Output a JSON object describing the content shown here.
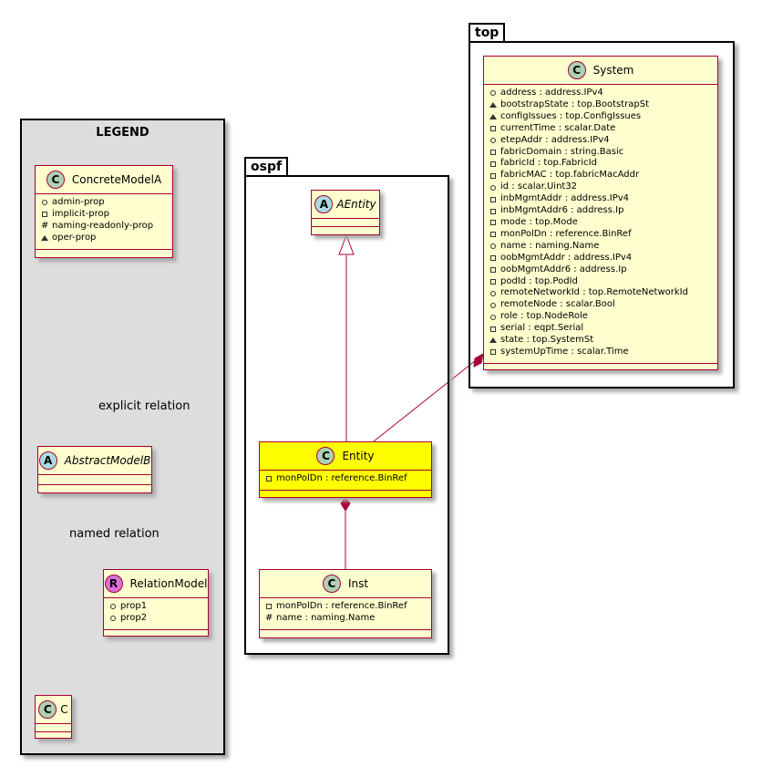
{
  "legend": {
    "title": "LEGEND",
    "concrete": {
      "name": "ConcreteModelA",
      "badge": "C",
      "attrs": [
        {
          "vis": "+",
          "text": "admin-prop"
        },
        {
          "vis": "-",
          "text": "implicit-prop"
        },
        {
          "vis": "#",
          "text": "naming-readonly-prop"
        },
        {
          "vis": "~",
          "text": "oper-prop"
        }
      ]
    },
    "abstract": {
      "name": "AbstractModelB",
      "badge": "A"
    },
    "relation": {
      "name": "RelationModel",
      "badge": "R",
      "attrs": [
        {
          "vis": "+",
          "text": "prop1"
        },
        {
          "vis": "+",
          "text": "prop2"
        }
      ]
    },
    "c": {
      "name": "C",
      "badge": "C"
    },
    "explicit_label": "explicit relation",
    "named_label": "named relation"
  },
  "ospf": {
    "package": "ospf",
    "aentity": {
      "name": "AEntity",
      "badge": "A"
    },
    "entity": {
      "name": "Entity",
      "badge": "C",
      "attrs": [
        {
          "vis": "-",
          "text": "monPolDn : reference.BinRef"
        }
      ]
    },
    "inst": {
      "name": "Inst",
      "badge": "C",
      "attrs": [
        {
          "vis": "-",
          "text": "monPolDn : reference.BinRef"
        },
        {
          "vis": "#",
          "text": "name : naming.Name"
        }
      ]
    }
  },
  "top": {
    "package": "top",
    "system": {
      "name": "System",
      "badge": "C",
      "attrs": [
        {
          "vis": "+",
          "text": "address : address.IPv4"
        },
        {
          "vis": "~",
          "text": "bootstrapState : top.BootstrapSt"
        },
        {
          "vis": "~",
          "text": "configIssues : top.ConfigIssues"
        },
        {
          "vis": "-",
          "text": "currentTime : scalar.Date"
        },
        {
          "vis": "+",
          "text": "etepAddr : address.IPv4"
        },
        {
          "vis": "-",
          "text": "fabricDomain : string.Basic"
        },
        {
          "vis": "-",
          "text": "fabricId : top.FabricId"
        },
        {
          "vis": "-",
          "text": "fabricMAC : top.fabricMacAddr"
        },
        {
          "vis": "+",
          "text": "id : scalar.Uint32"
        },
        {
          "vis": "-",
          "text": "inbMgmtAddr : address.IPv4"
        },
        {
          "vis": "-",
          "text": "inbMgmtAddr6 : address.Ip"
        },
        {
          "vis": "-",
          "text": "mode : top.Mode"
        },
        {
          "vis": "-",
          "text": "monPolDn : reference.BinRef"
        },
        {
          "vis": "+",
          "text": "name : naming.Name"
        },
        {
          "vis": "-",
          "text": "oobMgmtAddr : address.IPv4"
        },
        {
          "vis": "-",
          "text": "oobMgmtAddr6 : address.Ip"
        },
        {
          "vis": "-",
          "text": "podId : top.PodId"
        },
        {
          "vis": "+",
          "text": "remoteNetworkId : top.RemoteNetworkId"
        },
        {
          "vis": "+",
          "text": "remoteNode : scalar.Bool"
        },
        {
          "vis": "+",
          "text": "role : top.NodeRole"
        },
        {
          "vis": "-",
          "text": "serial : eqpt.Serial"
        },
        {
          "vis": "~",
          "text": "state : top.SystemSt"
        },
        {
          "vis": "-",
          "text": "systemUpTime : scalar.Time"
        }
      ]
    }
  },
  "colors": {
    "class_fill": "#fefece",
    "class_border": "#a80036",
    "highlight": "#ffff00",
    "legend_bg": "#dddddd"
  }
}
